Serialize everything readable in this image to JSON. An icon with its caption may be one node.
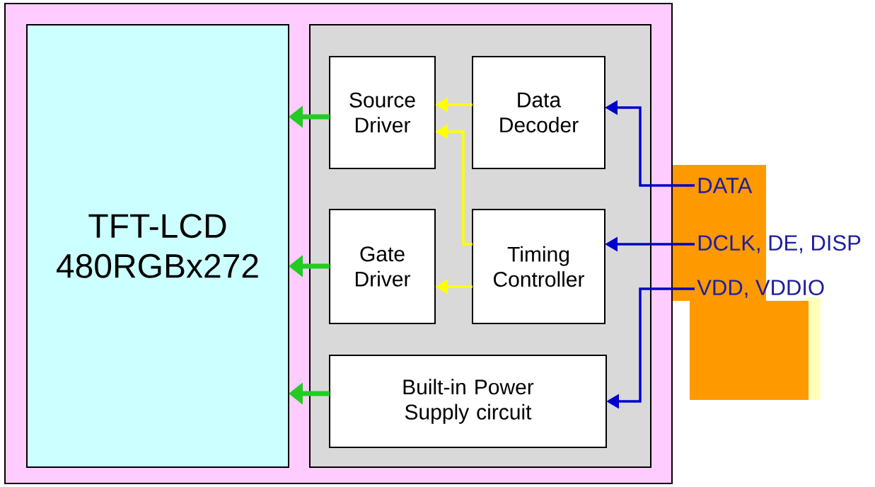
{
  "diagram": {
    "nodes": [
      {
        "text": [],
        "shape": "box"
      },
      {
        "text": [
          "TFT-LCD 480RGBx272"
        ],
        "in": 0
      },
      {
        "text": [],
        "shape": "box",
        "in": 0
      },
      {
        "text": [
          "Source Driver"
        ],
        "in": 2
      },
      {
        "text": [
          "Data Decoder"
        ],
        "in": 2
      },
      {
        "text": [
          "Gate Driver"
        ],
        "in": 2
      },
      {
        "text": [
          "Timing Controller"
        ],
        "in": 2
      },
      {
        "text": [
          "Built-in Power Supply circuit"
        ],
        "in": 2
      },
      {
        "text": [
          "DATA"
        ]
      },
      {
        "text": [
          "DCLK, DE, DISP"
        ]
      },
      {
        "text": [
          "VDD, VDDIO"
        ]
      }
    ],
    "edges": [
      {
        "from": 3,
        "to": 1,
        "arrow": "to",
        "style": "thick",
        "color": "#22cc22"
      },
      {
        "from": 5,
        "to": 1,
        "arrow": "to",
        "style": "thick",
        "color": "#22cc22"
      },
      {
        "from": 7,
        "to": 1,
        "arrow": "to",
        "style": "thick",
        "color": "#22cc22"
      },
      {
        "from": 4,
        "to": 3,
        "arrow": "to",
        "color": "#ffff00"
      },
      {
        "from": 6,
        "to": 3,
        "arrow": "to",
        "color": "#ffff00"
      },
      {
        "from": 6,
        "to": 5,
        "arrow": "to",
        "color": "#ffff00"
      },
      {
        "from": 8,
        "to": 4,
        "arrow": "to",
        "color": "#0000cc"
      },
      {
        "from": 9,
        "to": 6,
        "arrow": "to",
        "color": "#0000cc"
      },
      {
        "from": 10,
        "to": 7,
        "arrow": "to",
        "color": "#0000cc"
      }
    ]
  }
}
